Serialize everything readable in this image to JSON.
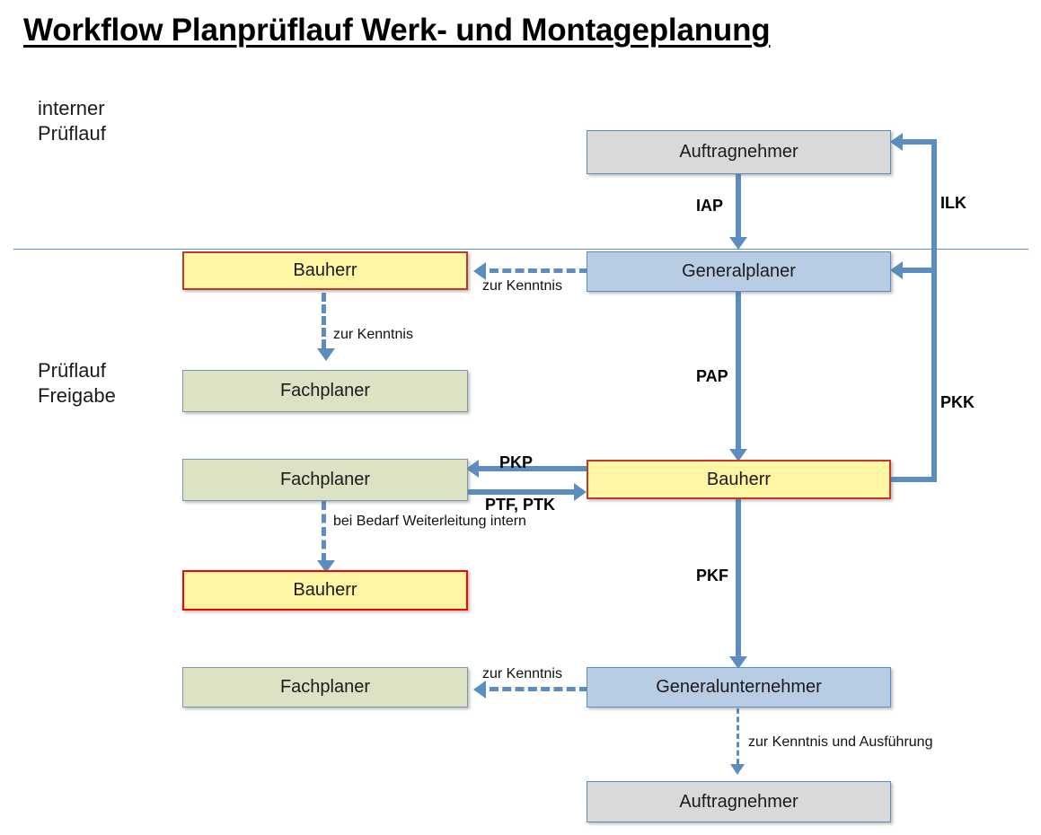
{
  "page": {
    "title": "Workflow Planprüflauf Werk- und Montageplanung"
  },
  "phases": {
    "internal": "interner\nPrüflauf",
    "release": "Prüflauf\nFreigabe"
  },
  "nodes": {
    "auftragnehmer_top": {
      "label": "Auftragnehmer",
      "type": "contractor",
      "color": "#D9D9D9"
    },
    "generalplaner": {
      "label": "Generalplaner",
      "type": "planner",
      "color": "#B8CCE4"
    },
    "bauherr_top": {
      "label": "Bauherr",
      "type": "client",
      "color": "#FFF6A3"
    },
    "fachplaner_1": {
      "label": "Fachplaner",
      "type": "specialist",
      "color": "#DCE3C4"
    },
    "fachplaner_2": {
      "label": "Fachplaner",
      "type": "specialist",
      "color": "#DCE3C4"
    },
    "bauherr_center": {
      "label": "Bauherr",
      "type": "client",
      "color": "#FFF6A3"
    },
    "bauherr_bottom": {
      "label": "Bauherr",
      "type": "client",
      "color": "#FFF6A3"
    },
    "fachplaner_3": {
      "label": "Fachplaner",
      "type": "specialist",
      "color": "#DCE3C4"
    },
    "generalunternehmer": {
      "label": "Generalunternehmer",
      "type": "contractor-general",
      "color": "#B8CCE4"
    },
    "auftragnehmer_bottom": {
      "label": "Auftragnehmer",
      "type": "contractor",
      "color": "#D9D9D9"
    }
  },
  "edges": {
    "iap": "IAP",
    "ilk": "ILK",
    "pap": "PAP",
    "pkk": "PKK",
    "pkf": "PKF",
    "pkp": "PKP",
    "ptf_ptk": "PTF, PTK",
    "zur_kenntnis_gp_bh": "zur Kenntnis",
    "zur_kenntnis_bh_fp": "zur Kenntnis",
    "bei_bedarf": "bei Bedarf\nWeiterleitung intern",
    "zur_kenntnis_gu_fp": "zur Kenntnis",
    "zur_kenntnis_ausfuehrung": "zur Kenntnis und Ausführung"
  },
  "palette": {
    "connector": "#5B8DC0",
    "divider": "#5F8FC2",
    "client_border": "#C0392B",
    "client_border_bright": "#FF0000"
  }
}
